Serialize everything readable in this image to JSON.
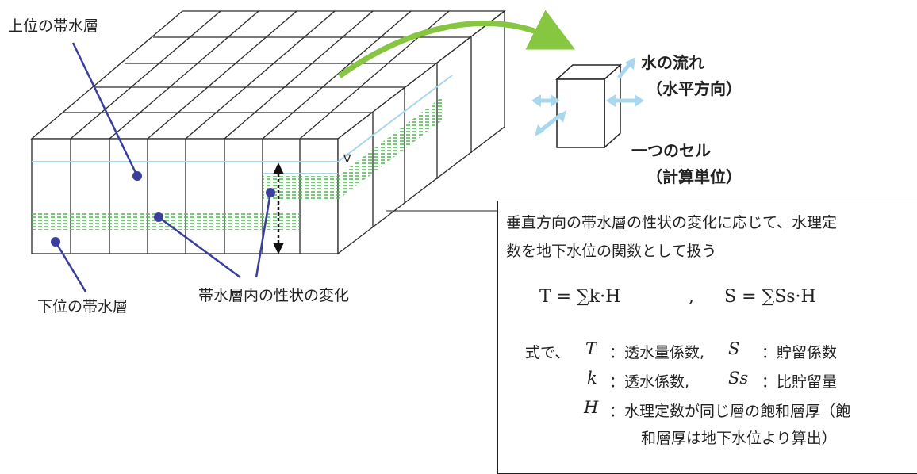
{
  "labels": {
    "upper_aquifer": "上位の帯水層",
    "lower_aquifer": "下位の帯水層",
    "property_change": "帯水層内の性状の変化",
    "water_flow": "水の流れ",
    "horizontal": "（水平方向）",
    "one_cell": "一つのセル",
    "calc_unit": "（計算単位）",
    "water_level_mark": "∇"
  },
  "note": {
    "line1": "垂直方向の帯水層の性状の変化に応じて、水理定",
    "line2": "数を地下水位の関数として扱う",
    "formula_T": "T = ∑k·H",
    "formula_sep": ",",
    "formula_S": "S = ∑Ss·H",
    "where_prefix": "式で、",
    "defs": [
      {
        "symbol": "T",
        "desc": "：透水量係数,"
      },
      {
        "symbol": "S",
        "desc": "：貯留係数"
      },
      {
        "symbol": "k",
        "desc": "：透水係数,"
      },
      {
        "symbol": "Ss",
        "desc": "：比貯留量"
      },
      {
        "symbol": "H",
        "desc": "：水理定数が同じ層の飽和層厚（飽"
      }
    ],
    "h_cont": "和層厚は地下水位より算出）"
  },
  "colors": {
    "grid_line": "#2a2a2a",
    "water_table": "#a9d6ec",
    "aquifer_hatch": "#5cb85c",
    "flow_arrow": "#86c640",
    "cell_arrows": "#a9d8ee",
    "pointer": "#3a3f9c"
  }
}
